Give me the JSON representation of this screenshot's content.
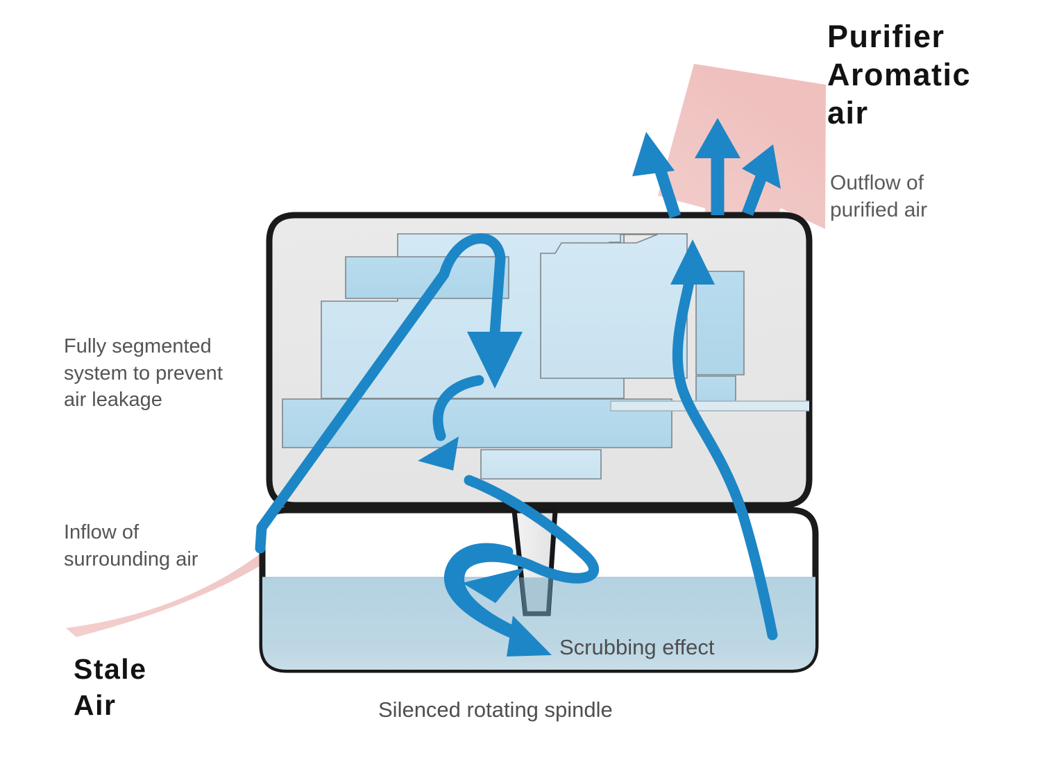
{
  "diagram": {
    "title": "Air purifier airflow cross-section",
    "labels": {
      "purifier_aromatic_air": "Purifier\nAromatic\nair",
      "outflow_of_purified_air": "Outflow of\npurified air",
      "fully_segmented": "Fully segmented\nsystem to prevent\nair leakage",
      "inflow_of_surrounding_air": "Inflow of\nsurrounding air",
      "stale_air": "Stale\nAir",
      "scrubbing_effect": "Scrubbing effect",
      "silenced_rotating_spindle": "Silenced rotating spindle"
    },
    "colors": {
      "arrow_blue": "#1d86c6",
      "arrow_blue_dark": "#1272ac",
      "stale_air_pink": "#efc2c0",
      "body_outline": "#1a1a1a",
      "upper_chamber_fill": "#e8e8e8",
      "water_fill": "#b9d4e2",
      "component_fill": "#cfe6f2",
      "component_fill_alt": "#b4dbec",
      "component_stroke": "#6f7b82",
      "label_text": "#545454",
      "heading_text": "#121212",
      "background": "#ffffff"
    },
    "elements": {
      "upper_chamber": "fully-segmented-housing",
      "lower_chamber": "water-reservoir",
      "water_level": "water-surface-line",
      "spindle": "silenced-rotating-spindle",
      "outflow_arrows_count": 3,
      "inflow_stream": "stale-air-inflow-band",
      "outflow_stream": "aromatic-air-outflow-band"
    }
  }
}
